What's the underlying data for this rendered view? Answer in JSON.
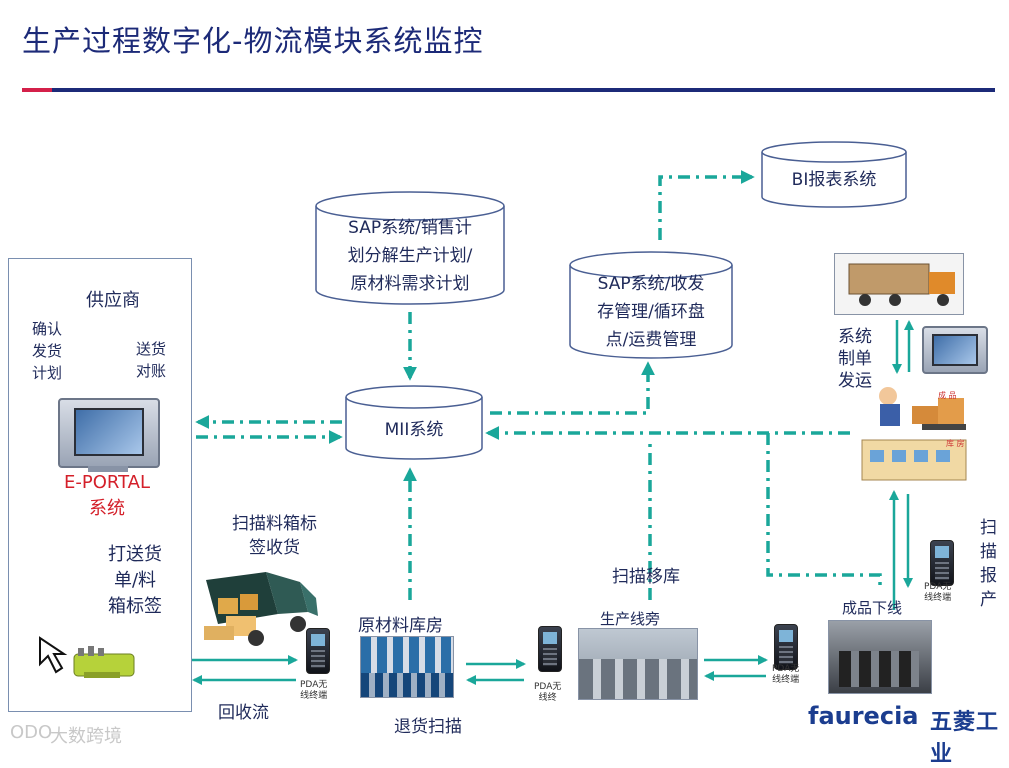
{
  "title": "生产过程数字化-物流模块系统监控",
  "colors": {
    "accent_red": "#d4204a",
    "navy": "#1c2a78",
    "arrow": "#1aa79a",
    "eportal_red": "#d4202a"
  },
  "systems": {
    "sap_sales": [
      "SAP系统/销售计",
      "划分解生产计划/",
      "原材料需求计划"
    ],
    "mii": "MII系统",
    "sap_inventory": [
      "SAP系统/收发",
      "存管理/循环盘",
      "点/运费管理"
    ],
    "bi": "BI报表系统"
  },
  "left": {
    "supplier": "供应商",
    "confirm_plan": [
      "确认",
      "发货",
      "计划"
    ],
    "delivery_recon": [
      "送货",
      "对账"
    ],
    "eportal": [
      "E-PORTAL",
      "系统"
    ],
    "print_label": [
      "打送货",
      "单/料",
      "箱标签"
    ]
  },
  "labels": {
    "scan_receive": [
      "扫描料箱标",
      "签收货"
    ],
    "return_flow": "回收流",
    "raw_warehouse": "原材料库房",
    "return_scan": "退货扫描",
    "line_side": "生产线旁",
    "scan_move": "扫描移库",
    "finished_line": "成品下线",
    "scan_report": [
      "扫",
      "描",
      "报",
      "产"
    ],
    "system_ship": [
      "系统",
      "制单",
      "发运"
    ],
    "warehouse_sign": [
      "成 品",
      "库 房"
    ]
  },
  "pda_caption": [
    "PDA无",
    "线终端"
  ],
  "pda_caption_cut": [
    "PDA无",
    "线终"
  ],
  "logos": {
    "faurecia": "faurecia",
    "wuling": "五菱工业"
  },
  "watermark": "大数跨境",
  "watermark_mark": "ODO"
}
